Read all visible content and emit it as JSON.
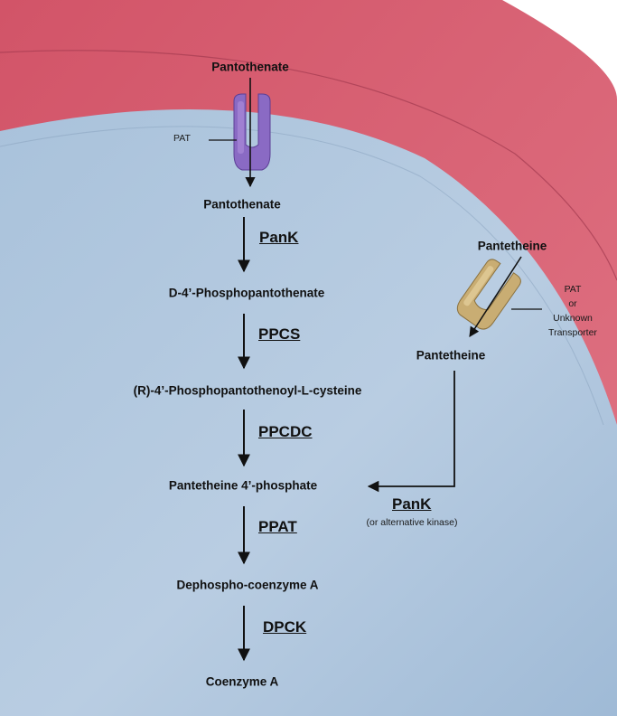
{
  "colors": {
    "outer_membrane": "#d4596a",
    "membrane_edge": "#b8405a",
    "cytoplasm": "#afc6dd",
    "transporter_purple": "#8a6ac4",
    "transporter_tan": "#c9ad73",
    "arrow": "#111111"
  },
  "outside": {
    "pantothenate": "Pantothenate",
    "pantetheine": "Pantetheine"
  },
  "transporters": {
    "pat_label": "PAT",
    "pat_or_unknown_lines": [
      "PAT",
      "or",
      "Unknown",
      "Transporter"
    ]
  },
  "pathway": {
    "steps": [
      {
        "metabolite": "Pantothenate",
        "enzyme": "PanK"
      },
      {
        "metabolite": "D-4’-Phosphopantothenate",
        "enzyme": "PPCS"
      },
      {
        "metabolite": "(R)-4’-Phosphopantothenoyl-L-cysteine",
        "enzyme": "PPCDC"
      },
      {
        "metabolite": "Pantetheine 4’-phosphate",
        "enzyme": "PPAT"
      },
      {
        "metabolite": "Dephospho-coenzyme A",
        "enzyme": "DPCK"
      },
      {
        "metabolite": "Coenzyme A",
        "enzyme": null
      }
    ]
  },
  "salvage": {
    "metabolite": "Pantetheine",
    "enzyme": "PanK",
    "note": "(or alternative kinase)"
  }
}
